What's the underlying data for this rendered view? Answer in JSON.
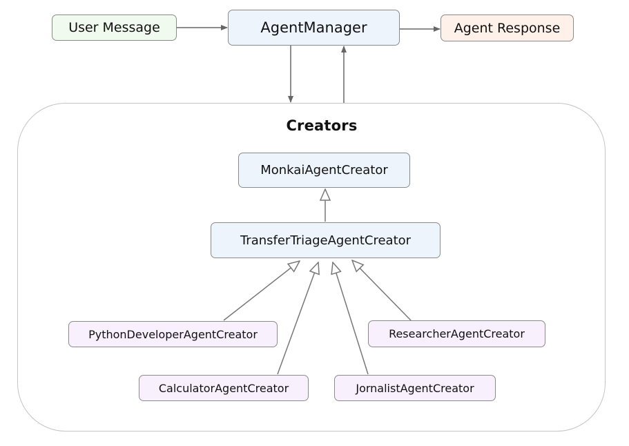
{
  "nodes": {
    "user_message": "User Message",
    "agent_manager": "AgentManager",
    "agent_response": "Agent Response",
    "monkai": "MonkaiAgentCreator",
    "triage": "TransferTriageAgentCreator",
    "python_dev": "PythonDeveloperAgentCreator",
    "researcher": "ResearcherAgentCreator",
    "calculator": "CalculatorAgentCreator",
    "jornalist": "JornalistAgentCreator"
  },
  "group": {
    "title": "Creators"
  },
  "colors": {
    "input_fill": "#f1faee",
    "output_fill": "#fdf1ea",
    "class_fill": "#eef4fc",
    "leaf_fill": "#f8f0fd",
    "border": "#8a8a8a",
    "edge": "#666666",
    "container_border": "#c4c4c4"
  }
}
